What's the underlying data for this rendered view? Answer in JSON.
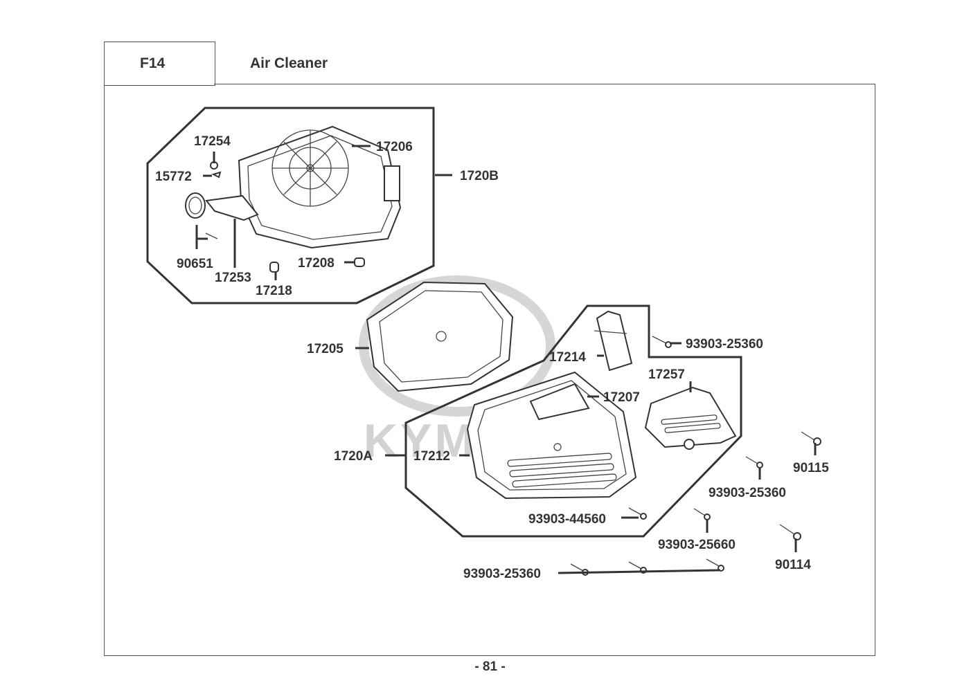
{
  "header": {
    "section_code": "F14",
    "title": "Air Cleaner"
  },
  "watermark": {
    "brand": "KYMCO",
    "color": "#d4d4d4"
  },
  "groups": [
    {
      "id": "1720B",
      "label": "1720B"
    },
    {
      "id": "1720A",
      "label": "1720A"
    }
  ],
  "callouts": {
    "p17254": "17254",
    "p17206": "17206",
    "p1720B": "1720B",
    "p15772": "15772",
    "p90651": "90651",
    "p17253": "17253",
    "p17208": "17208",
    "p17218": "17218",
    "p17205": "17205",
    "p17214": "17214",
    "p93903_25360_a": "93903-25360",
    "p17257": "17257",
    "p17207": "17207",
    "p1720A": "1720A",
    "p17212": "17212",
    "p90115": "90115",
    "p93903_25360_b": "93903-25360",
    "p93903_44560": "93903-44560",
    "p93903_25660": "93903-25660",
    "p90114": "90114",
    "p93903_25360_c": "93903-25360"
  },
  "footer": {
    "page_number": "- 81 -"
  }
}
